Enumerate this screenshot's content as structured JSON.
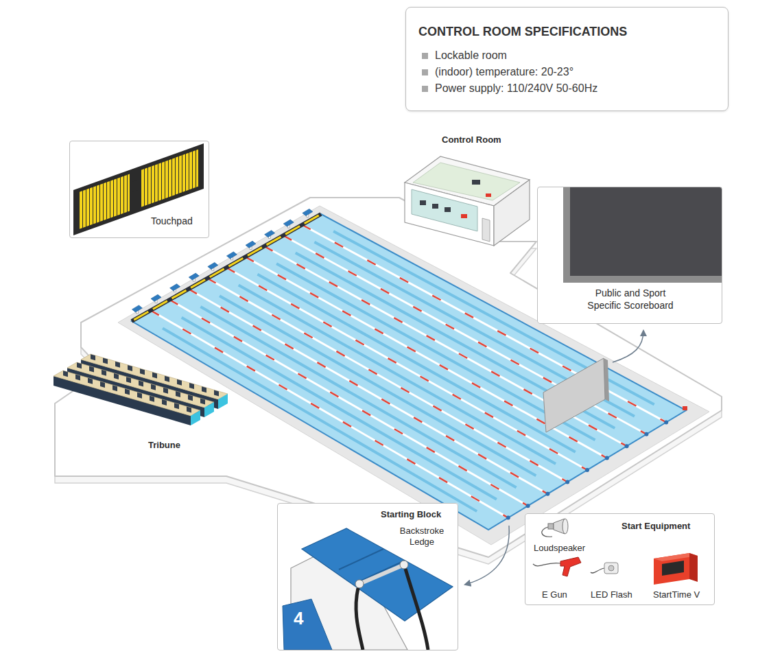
{
  "diagram": {
    "nodes": [
      {
        "text": [
          "CONTROL ROOM SPECIFICATIONS",
          "Lockable room",
          "(indoor) temperature: 20-23°",
          "Power supply: 110/240V 50-60Hz"
        ]
      },
      {
        "text": [
          "Touchpad"
        ]
      },
      {
        "text": [
          "Public and Sport Specific Scoreboard"
        ]
      },
      {
        "text": [
          "Starting Block",
          "Backstroke Ledge"
        ]
      },
      {
        "text": [
          "Start Equipment",
          "Loudspeaker",
          "E Gun",
          "LED Flash",
          "StartTime V"
        ]
      }
    ],
    "labels": [
      "Control Room",
      "Tribune",
      "4"
    ]
  }
}
